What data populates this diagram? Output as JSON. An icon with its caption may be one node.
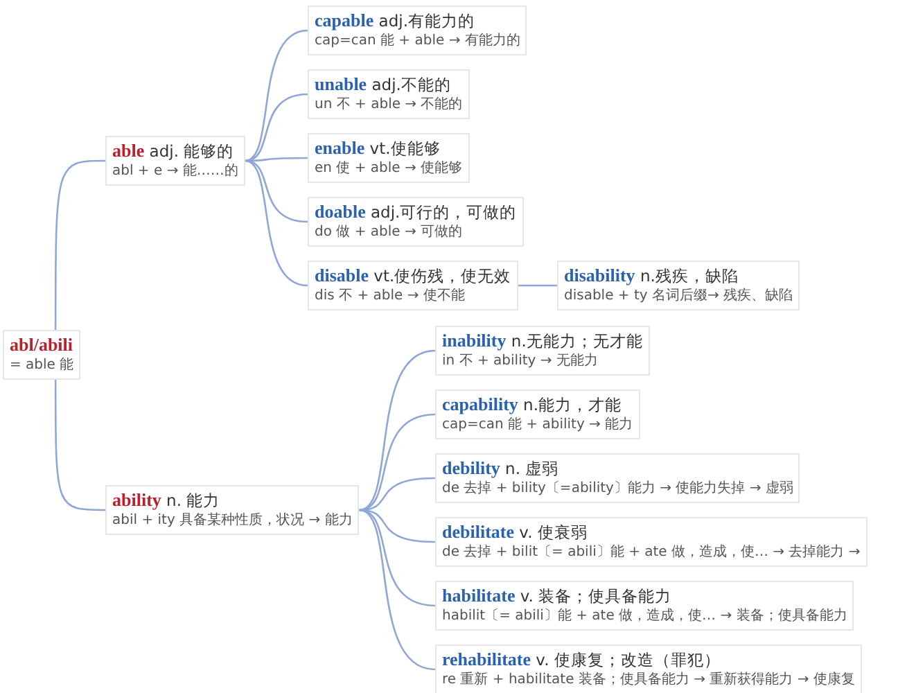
{
  "diagram": {
    "nodes": [
      {
        "text": [
          "**abl/abili**",
          "= able 能"
        ]
      },
      {
        "text": [
          "**able** adj. 能够的",
          "abl + e → 能……的"
        ]
      },
      {
        "text": [
          "**capable** adj.有能力的",
          "cap=can 能 + able → 有能力的"
        ]
      },
      {
        "text": [
          "**unable** adj.不能的",
          "un 不 + able → 不能的"
        ]
      },
      {
        "text": [
          "**enable** vt.使能够",
          "en 使 + able → 使能够"
        ]
      },
      {
        "text": [
          "**doable** adj.可行的，可做的",
          "do 做 + able → 可做的"
        ]
      },
      {
        "text": [
          "**disable** vt.使伤残，使无效",
          "dis 不 + able → 使不能"
        ]
      },
      {
        "text": [
          "**disability** n.残疾，缺陷",
          "disable + ty 名词后缀→ 残疾、缺陷"
        ]
      },
      {
        "text": [
          "**ability** n. 能力",
          "abil + ity 具备某种性质，状况 → 能力"
        ]
      },
      {
        "text": [
          "**inability** n.无能力；无才能",
          "in 不 + ability → 无能力"
        ]
      },
      {
        "text": [
          "**capability** n.能力，才能",
          "cap=can 能 + ability → 能力"
        ]
      },
      {
        "text": [
          "**debility** n. 虚弱",
          "de 去掉 + bility〔=ability〕能力 → 使能力失掉 → 虚弱"
        ]
      },
      {
        "text": [
          "**debilitate** v. 使衰弱",
          "de 去掉 + bilit〔= abili〕能 + ate 做，造成，使… → 去掉能力 →"
        ]
      },
      {
        "text": [
          "**habilitate** v. 装备；使具备能力",
          "habilit〔= abili〕能 + ate 做，造成，使… → 装备；使具备能力"
        ]
      },
      {
        "text": [
          "**rehabilitate** v. 使康复；改造（罪犯）",
          "re 重新 + habilitate 装备；使具备能力 → 重新获得能力 → 使康复"
        ]
      }
    ],
    "edges": [
      {
        "from": 0,
        "to": 1,
        "arrow": "none"
      },
      {
        "from": 0,
        "to": 8,
        "arrow": "none"
      },
      {
        "from": 1,
        "to": 2,
        "arrow": "none"
      },
      {
        "from": 1,
        "to": 3,
        "arrow": "none"
      },
      {
        "from": 1,
        "to": 4,
        "arrow": "none"
      },
      {
        "from": 1,
        "to": 5,
        "arrow": "none"
      },
      {
        "from": 1,
        "to": 6,
        "arrow": "none"
      },
      {
        "from": 6,
        "to": 7,
        "arrow": "none"
      },
      {
        "from": 8,
        "to": 9,
        "arrow": "none"
      },
      {
        "from": 8,
        "to": 10,
        "arrow": "none"
      },
      {
        "from": 8,
        "to": 11,
        "arrow": "none"
      },
      {
        "from": 8,
        "to": 12,
        "arrow": "none"
      },
      {
        "from": 8,
        "to": 13,
        "arrow": "none"
      },
      {
        "from": 8,
        "to": 14,
        "arrow": "none"
      }
    ]
  }
}
